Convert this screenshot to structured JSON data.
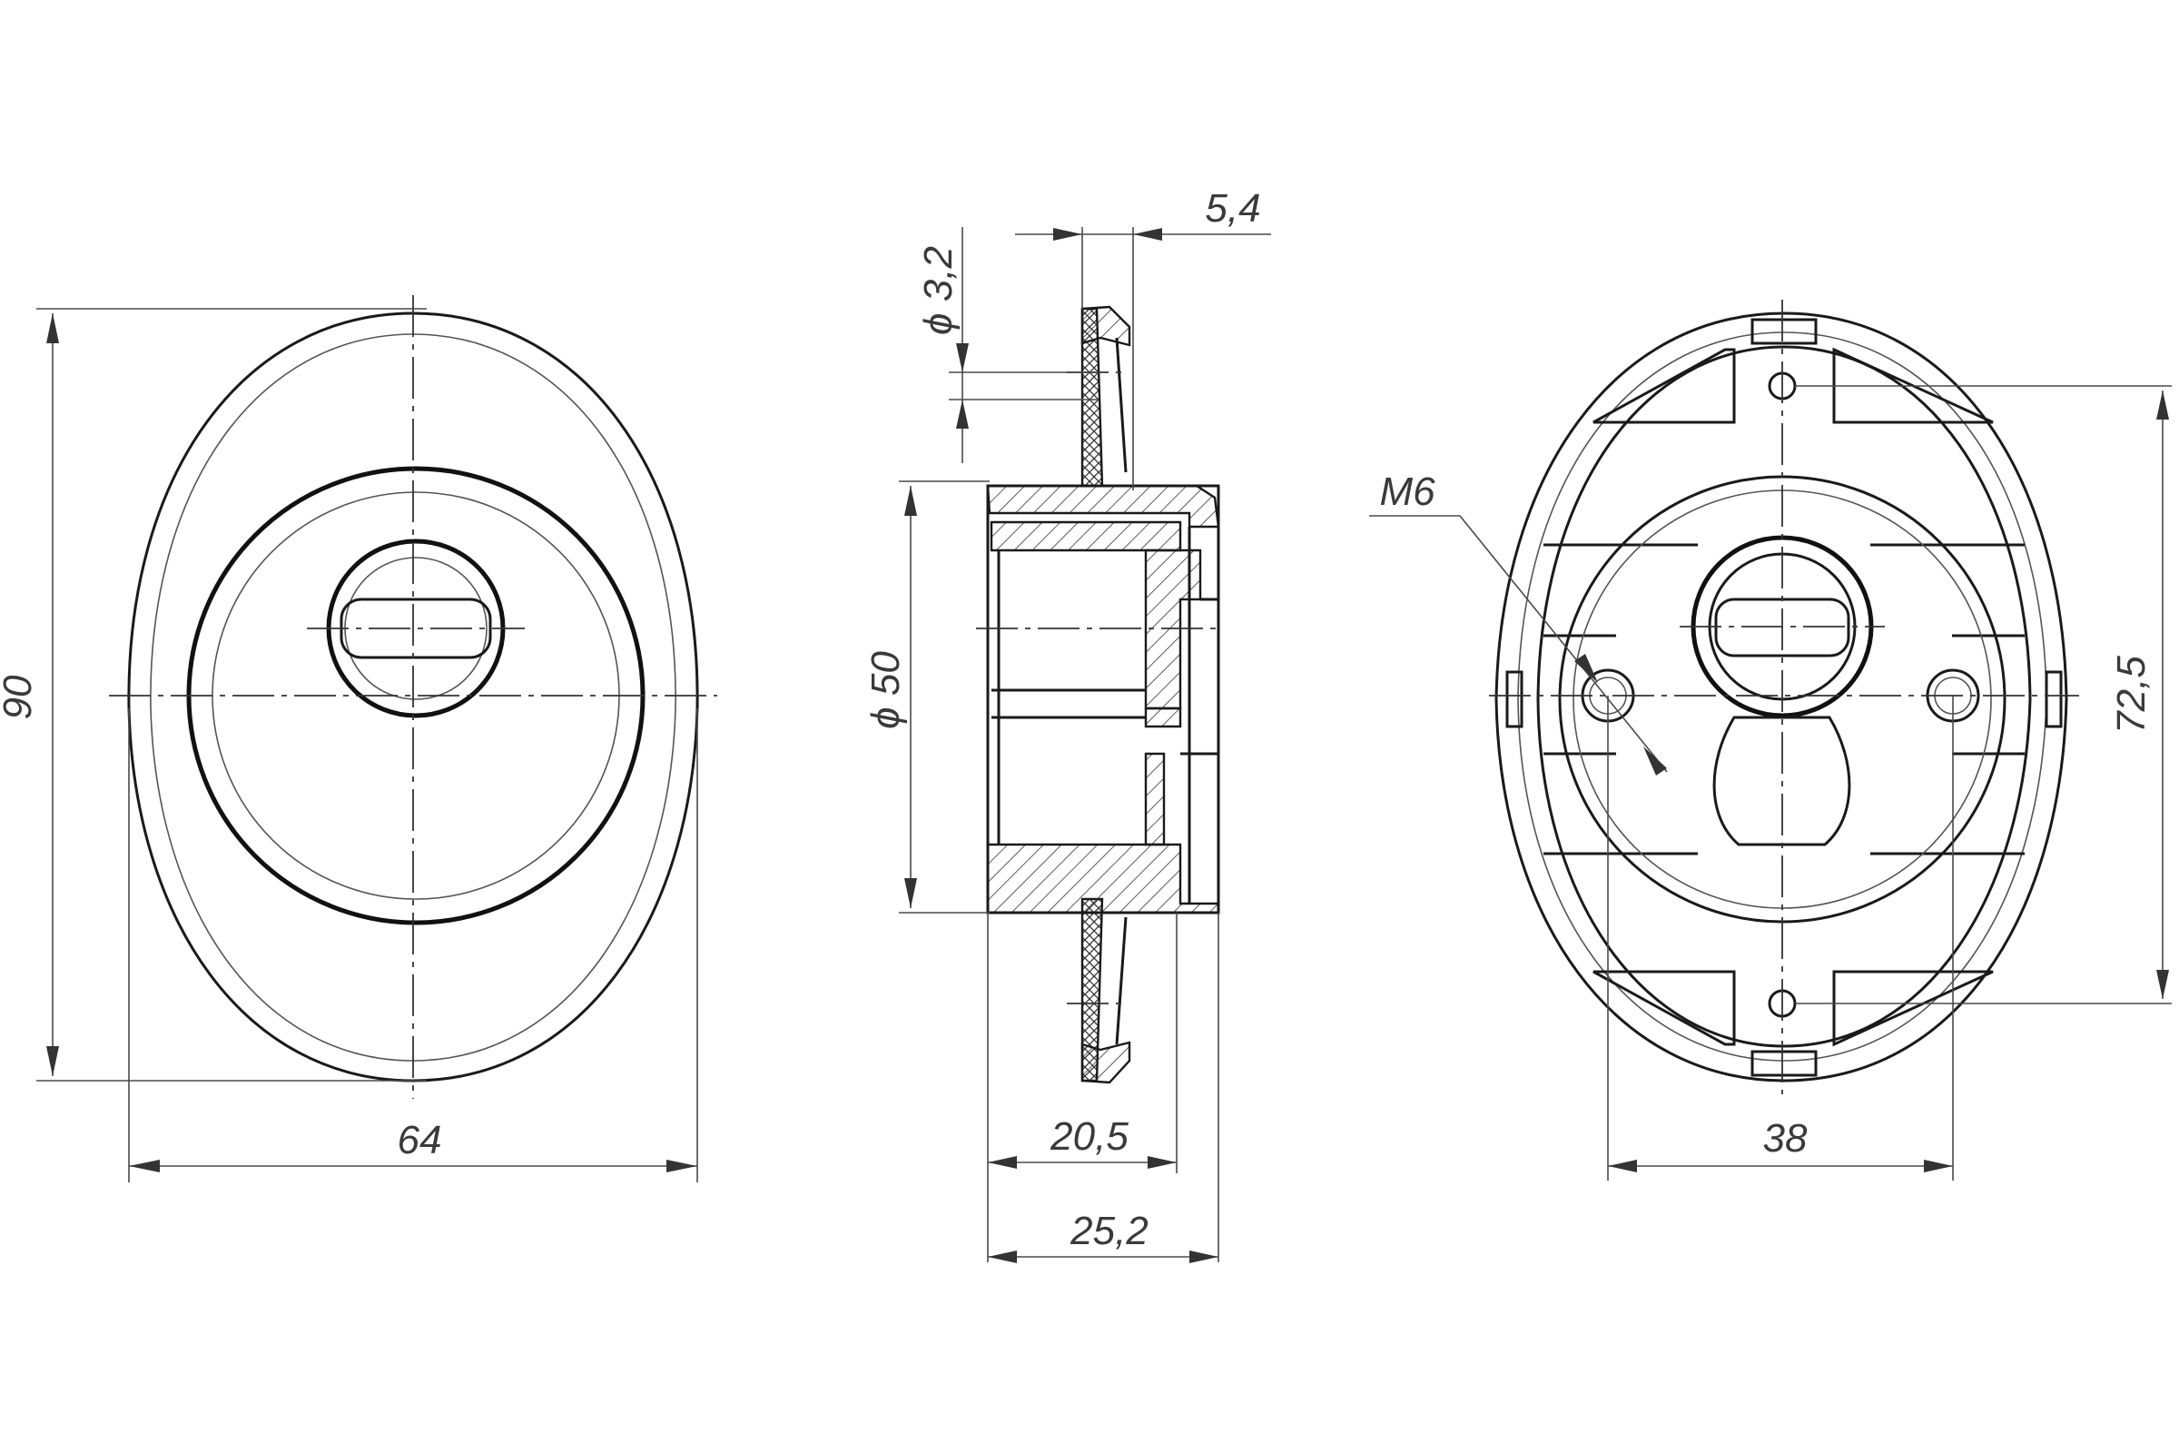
{
  "drawing": {
    "labels": {
      "front_height": "90",
      "front_width": "64",
      "section_plate_thickness": "5,4",
      "section_hole_diameter": "ϕ 3,2",
      "section_body_diameter": "ϕ 50",
      "section_depth_inner": "20,5",
      "section_depth_total": "25,2",
      "back_thread": "M6",
      "back_screw_spacing": "38",
      "back_mount_spacing": "72,5"
    }
  }
}
